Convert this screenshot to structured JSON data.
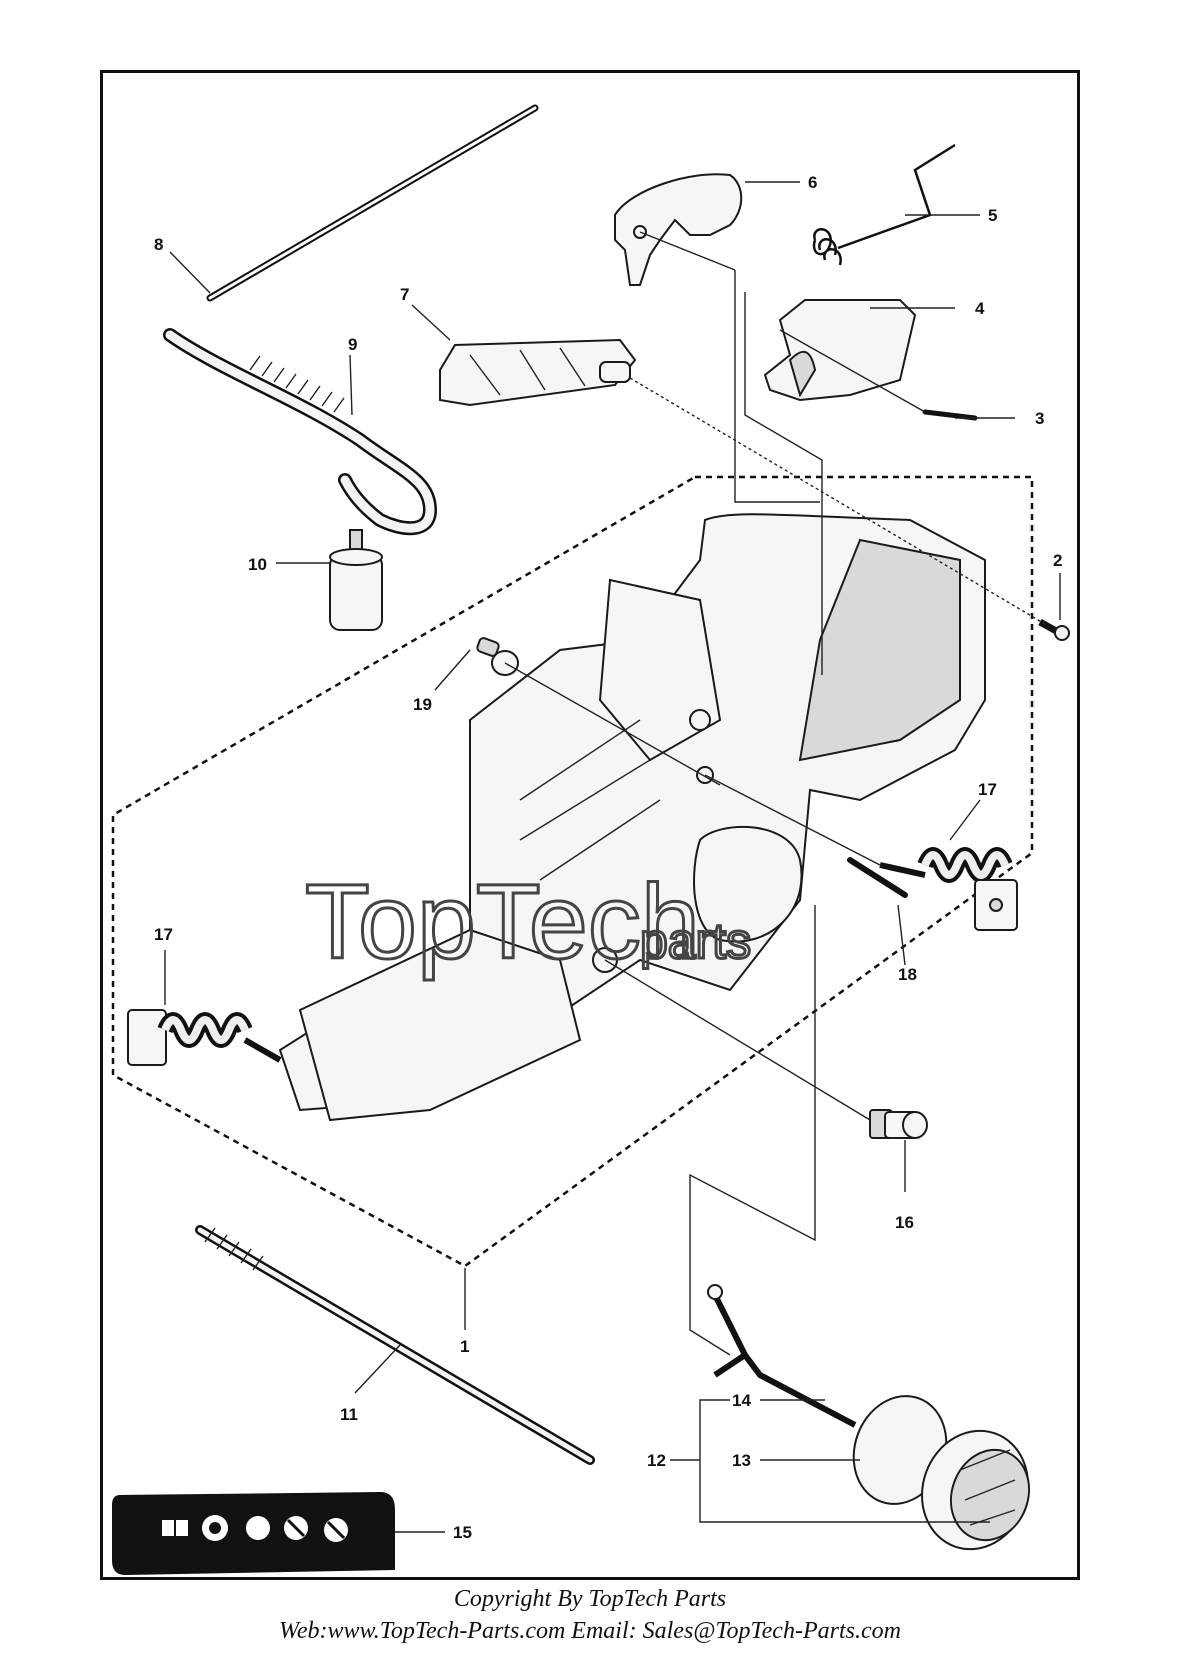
{
  "callouts": [
    {
      "id": "c1",
      "label": "1"
    },
    {
      "id": "c2",
      "label": "2"
    },
    {
      "id": "c3",
      "label": "3"
    },
    {
      "id": "c4",
      "label": "4"
    },
    {
      "id": "c5",
      "label": "5"
    },
    {
      "id": "c6",
      "label": "6"
    },
    {
      "id": "c7",
      "label": "7"
    },
    {
      "id": "c8",
      "label": "8"
    },
    {
      "id": "c9",
      "label": "9"
    },
    {
      "id": "c10",
      "label": "10"
    },
    {
      "id": "c11",
      "label": "11"
    },
    {
      "id": "c12",
      "label": "12"
    },
    {
      "id": "c13",
      "label": "13"
    },
    {
      "id": "c14",
      "label": "14"
    },
    {
      "id": "c15",
      "label": "15"
    },
    {
      "id": "c16",
      "label": "16"
    },
    {
      "id": "c17a",
      "label": "17"
    },
    {
      "id": "c17b",
      "label": "17"
    },
    {
      "id": "c18",
      "label": "18"
    },
    {
      "id": "c19",
      "label": "19"
    }
  ],
  "watermark": {
    "brand": "TopTech",
    "suffix": "parts"
  },
  "footer": {
    "copyright": "Copyright By TopTech Parts",
    "contact": "Web:www.TopTech-Parts.com  Email: Sales@TopTech-Parts.com"
  },
  "colors": {
    "line": "#111111",
    "background": "#ffffff"
  }
}
